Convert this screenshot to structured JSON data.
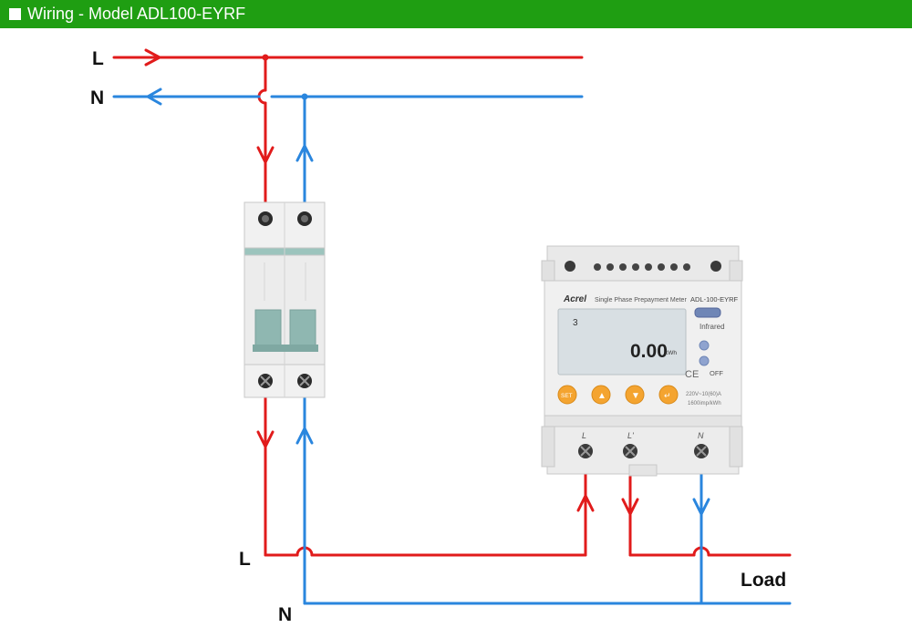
{
  "header": {
    "title": "Wiring - Model ADL100-EYRF"
  },
  "labels": {
    "supply_live": "L",
    "supply_neutral": "N",
    "out_live": "L",
    "out_neutral": "N",
    "load": "Load"
  },
  "meter": {
    "brand": "Acrel",
    "description": "Single Phase Prepayment Meter",
    "model": "ADL-100-EYRF",
    "display_digit": "3",
    "display_value": "0.00",
    "display_unit": "kWh",
    "infrared_label": "Infrared",
    "off_label": "OFF",
    "ce_mark": "CE",
    "rating_line1": "220V~10(60)A",
    "rating_line2": "1600imp/kWh",
    "buttons": [
      "SET",
      "▲",
      "▼",
      "↵"
    ],
    "terminal_labels": [
      "L",
      "L'",
      "N"
    ]
  },
  "colors": {
    "header_bg": "#1f9e12",
    "live_wire": "#e11b1b",
    "neutral_wire": "#2a86de",
    "button_orange": "#f4a430",
    "breaker_teal": "#8fb7b1"
  }
}
